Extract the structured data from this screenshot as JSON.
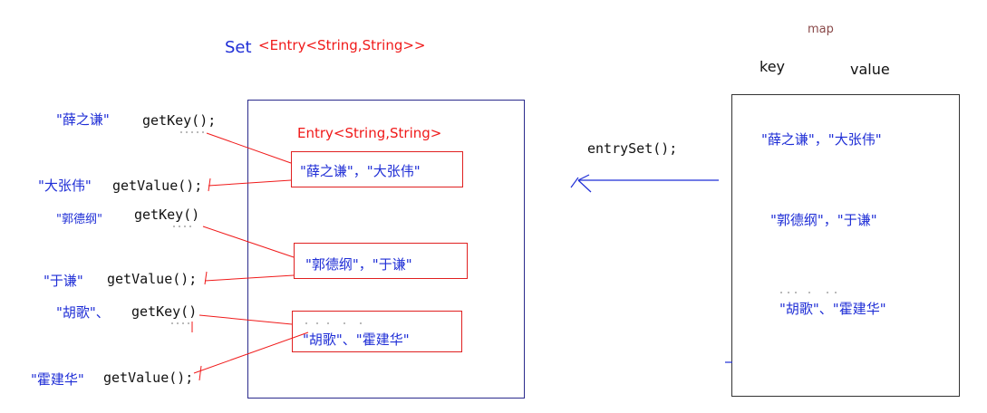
{
  "title": {
    "set": "Set",
    "generic": "<Entry<String,String>>"
  },
  "set_box": {
    "heading": "Entry<String,String>",
    "entries": [
      "\"薛之谦\"，\"大张伟\"",
      "\"郭德纲\"，\"于谦\"",
      "\"胡歌\"、\"霍建华\""
    ]
  },
  "left_calls": [
    {
      "name": "\"薛之谦\"",
      "method": "getKey();"
    },
    {
      "name": "\"大张伟\"",
      "method": "getValue();"
    },
    {
      "name": "\"郭德纲\"",
      "method": "getKey()"
    },
    {
      "name": "\"于谦\"",
      "method": "getValue();"
    },
    {
      "name": "\"胡歌\"、",
      "method": "getKey()"
    },
    {
      "name": "\"霍建华\"",
      "method": "getValue();"
    }
  ],
  "arrow_label": "entrySet();",
  "map": {
    "title": "map",
    "key_header": "key",
    "value_header": "value",
    "entries": [
      "\"薛之谦\"，\"大张伟\"",
      "\"郭德纲\"，\"于谦\"",
      "\"胡歌\"、\"霍建华\""
    ]
  },
  "colors": {
    "blue": "#1f2ed6",
    "red": "#f01a1a",
    "box_border": "#2a2a8c"
  }
}
